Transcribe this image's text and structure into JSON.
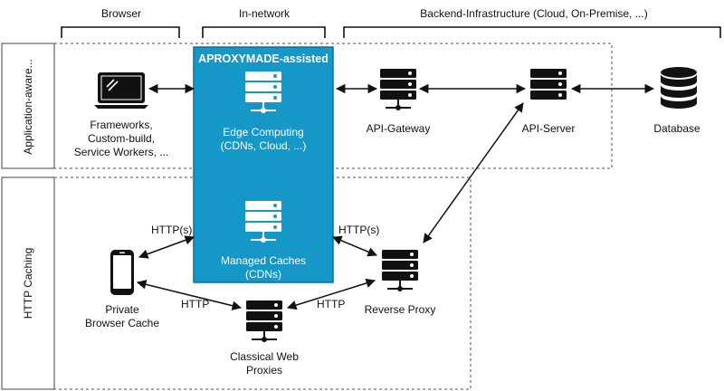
{
  "columns": {
    "browser": "Browser",
    "in_network": "In-network",
    "backend": "Backend-Infrastructure (Cloud, On-Premise, ...)"
  },
  "rows": {
    "application_aware": "Application-aware...",
    "http_caching": "HTTP Caching"
  },
  "aproxymade_title": "APROXYMADE-assisted",
  "nodes": {
    "laptop": [
      "Frameworks,",
      "Custom-build,",
      "Service Workers, ..."
    ],
    "edge": [
      "Edge Computing",
      "(CDNs, Cloud, ...)"
    ],
    "managed": [
      "Managed Caches",
      "(CDNs)"
    ],
    "api_gateway": [
      "API-Gateway"
    ],
    "api_server": [
      "API-Server"
    ],
    "database": [
      "Database"
    ],
    "phone": [
      "Private",
      "Browser Cache"
    ],
    "reverse_proxy": [
      "Reverse Proxy"
    ],
    "classical": [
      "Classical Web",
      "Proxies"
    ]
  },
  "edge_labels": {
    "phone_managed": "HTTP(s)",
    "managed_reverse": "HTTP(s)",
    "phone_classical": "HTTP",
    "classical_reverse": "HTTP"
  },
  "colors": {
    "aproxymade_fill": "#1597c7",
    "aproxymade_border": "#0d7199",
    "ink": "#111111"
  }
}
